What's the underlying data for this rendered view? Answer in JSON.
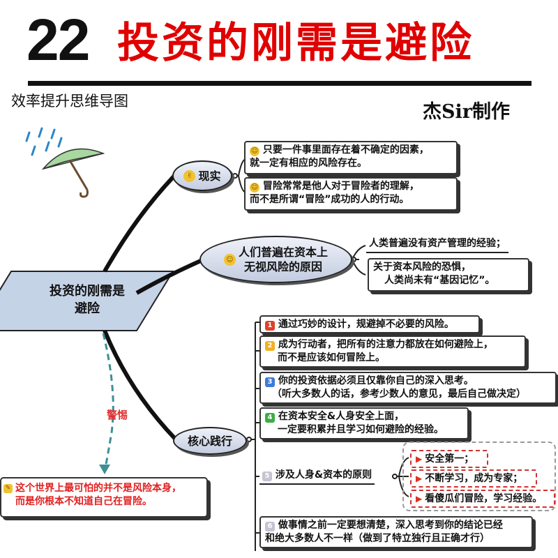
{
  "header": {
    "number": "22",
    "title": "投资的刚需是避险",
    "subtitle": "效率提升思维导图",
    "author": "杰Sir制作"
  },
  "central": {
    "line1": "投资的刚需是",
    "line2": "避险"
  },
  "branches": {
    "reality": {
      "label": "现实",
      "items": [
        {
          "line1": "只要一件事里面存在着不确定的因素，",
          "line2": "就一定有相应的风险存在。"
        },
        {
          "line1": "冒险常常是他人对于冒险者的理解，",
          "line2": "而不是所谓“冒险”成功的人的行动。"
        }
      ]
    },
    "reasons": {
      "line1": "人们普遍在资本上",
      "line2": "无视风险的原因",
      "items": [
        {
          "line1": "人类普遍没有资产管理的经验；"
        },
        {
          "line1": "关于资本风险的恐惧，",
          "line2": "人类尚未有“基因记忆”。"
        }
      ]
    },
    "practice": {
      "label": "核心践行",
      "items": [
        {
          "num": "1",
          "line1": "通过巧妙的设计，规避掉不必要的风险。"
        },
        {
          "num": "2",
          "line1": "成为行动者，把所有的注意力都放在如何避险上，",
          "line2": "而不是应该如何冒险上。"
        },
        {
          "num": "3",
          "line1": "你的投资依据必须且仅靠你自己的深入思考。",
          "line2": "（听大多数人的话，参考少数人的意见，最后自己做决定）"
        },
        {
          "num": "4",
          "line1": "在资本安全&人身安全上面，",
          "line2": "一定要积累并且学习如何避险的经验。"
        },
        {
          "num": "5",
          "line1": "涉及人身&资本的原则",
          "subitems": [
            "安全第一；",
            "不断学习，成为专家；",
            "看傻瓜们冒险，学习经验。"
          ]
        },
        {
          "num": "6",
          "line1": "做事情之前一定要想清楚，深入思考到你的结论已经",
          "line2": "和绝大多数人不一样（做到了特立独行且正确才行）"
        }
      ]
    }
  },
  "warning": {
    "label": "警惕",
    "line1": "这个世界上最可怕的并不是风险本身，",
    "line2": "而是你根本不知道自己在冒险。"
  },
  "colors": {
    "title_red": "#e00000",
    "warning_red": "#e03030",
    "dashed_teal": "#3e8f96",
    "branch_fill": "#c3cce0"
  }
}
